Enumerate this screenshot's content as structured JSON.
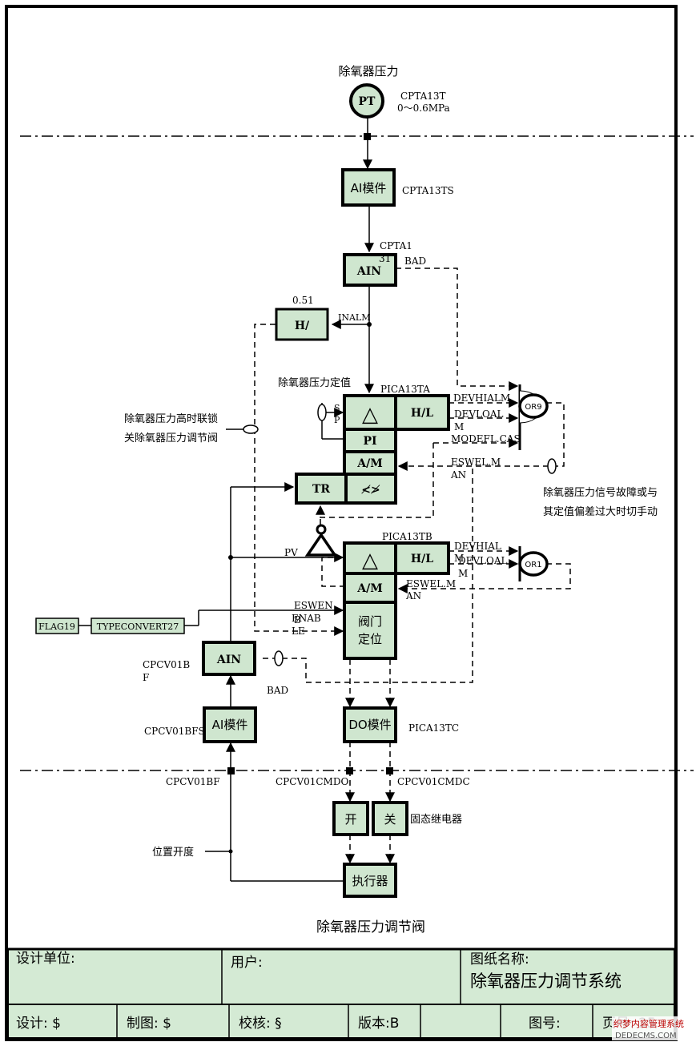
{
  "blocks": {
    "pt": "PT",
    "ai1": "AI模件",
    "ain1": "AIN",
    "h_div": "H/",
    "delta1": "△",
    "hl1": "H/L",
    "pi": "PI",
    "am1": "A/M",
    "tr": "TR",
    "lim": "≮≯",
    "delta2": "△",
    "hl2": "H/L",
    "am2": "A/M",
    "valve_pos_1": "阀门",
    "valve_pos_2": "定位",
    "ain2": "AIN",
    "ai2": "AI模件",
    "do": "DO模件",
    "open": "开",
    "close": "关",
    "actuator": "执行器",
    "flag": "FLAG19",
    "typeconv": "TYPECONVERT27",
    "or9": "OR9",
    "or1": "OR1"
  },
  "labels": {
    "sensor_title": "除氧器压力",
    "cpta13t": "CPTA13T",
    "range": "0～0.6MPa",
    "cpta13ts": "CPTA13TS",
    "cpta1": "CPTA1",
    "n31": "31",
    "bad1": "BAD",
    "v051": "0.51",
    "inalm": "INALM",
    "setpoint_cn": "除氧器压力定值",
    "s": "S",
    "p": "P",
    "pica13ta": "PICA13TA",
    "devhialm": "DEVHIALM",
    "devloal": "DEVLOAL",
    "m1": "M",
    "modefl": "MODEFL.CAS",
    "eswelman1": "ESWEL.M",
    "an1": "AN",
    "interlock1": "除氧器压力高时联锁",
    "interlock2": "关除氧器压力调节阀",
    "fault1": "除氧器压力信号故障或与",
    "fault2": "其定值偏差过大时切手动",
    "pica13tb": "PICA13TB",
    "pv": "PV",
    "devhial2": "DEVHIAL",
    "m2": "M",
    "devloal2": "DEVLOAL",
    "m3": "M",
    "eswelman2": "ESWEL.M",
    "an2": "AN",
    "eswen": "ESWEN",
    "enab": "ENAB",
    "b": "B",
    "le": "LE",
    "cpcv01b": "CPCV01B",
    "f": "F",
    "bad2": "BAD",
    "cpcv01bfs": "CPCV01BFS",
    "pica13tc": "PICA13TC",
    "cpcv01bf": "CPCV01BF",
    "cpcv01cmdo": "CPCV01CMDO",
    "cpcv01cmdc": "CPCV01CMDC",
    "relay": "固态继电器",
    "position": "位置开度",
    "caption": "除氧器压力调节阀"
  },
  "title_block": {
    "design_unit": "设计单位:",
    "user": "用户:",
    "drawing_name_label": "图纸名称:",
    "drawing_name": "除氧器压力调节系统",
    "design": "设计: $",
    "draw": "制图: $",
    "check": "校核: §",
    "version": "版本:B",
    "drawing_no": "图号:",
    "page": "页号: 25"
  },
  "watermark": {
    "line1": "织梦内容管理系统",
    "line2": "DEDECMS.COM"
  },
  "colors": {
    "block_fill": "#cfe6cf",
    "title_fill": "#d4ead4",
    "line": "#000000"
  }
}
